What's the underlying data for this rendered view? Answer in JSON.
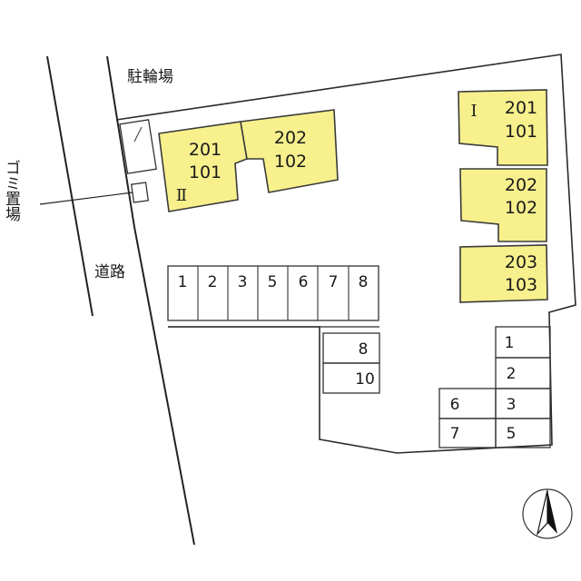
{
  "labels": {
    "bicycle_parking": "駐輪場",
    "garbage_area": "ゴミ置場",
    "road": "道路"
  },
  "buildings": [
    {
      "id": "II",
      "roman": "Ⅱ",
      "units": [
        [
          "201",
          "101"
        ],
        [
          "202",
          "102"
        ]
      ]
    },
    {
      "id": "I",
      "roman": "I",
      "units": [
        [
          "201",
          "101"
        ],
        [
          "202",
          "102"
        ],
        [
          "203",
          "103"
        ]
      ]
    }
  ],
  "parking": {
    "top_row": [
      "1",
      "2",
      "3",
      "5",
      "6",
      "7",
      "8"
    ],
    "middle_column": [
      "8",
      "10"
    ],
    "right_column": [
      "1",
      "2",
      "3",
      "5"
    ],
    "right_left_column": [
      "6",
      "7"
    ]
  },
  "colors": {
    "building_fill": "#f7f08c",
    "outline": "#3a3a3a"
  },
  "icons": {
    "north": "north-arrow-icon"
  }
}
